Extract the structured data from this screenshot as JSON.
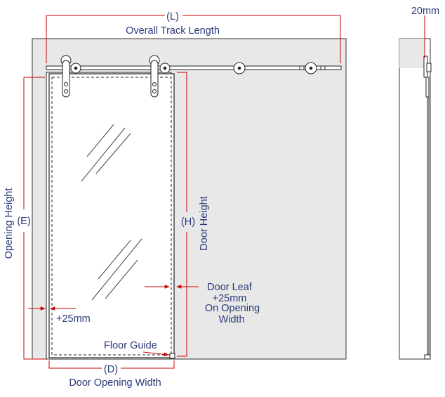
{
  "diagram": {
    "labels": {
      "track_length_code": "(L)",
      "track_length_name": "Overall Track Length",
      "wall_offset": "20mm",
      "opening_height_name": "Opening Height",
      "opening_height_code": "(E)",
      "door_height_code": "(H)",
      "door_height_name": "Door Height",
      "door_leaf_line1": "Door Leaf",
      "door_leaf_line2": "+25mm",
      "door_leaf_line3": "On Opening",
      "door_leaf_line4": "Width",
      "side_allowance": "+25mm",
      "floor_guide": "Floor Guide",
      "opening_width_code": "(D)",
      "opening_width_name": "Door Opening Width"
    },
    "colors": {
      "wall": "#e8e8e8",
      "dimension_line": "#cc0000",
      "text": "#2b3a78",
      "outline": "#222222"
    }
  }
}
